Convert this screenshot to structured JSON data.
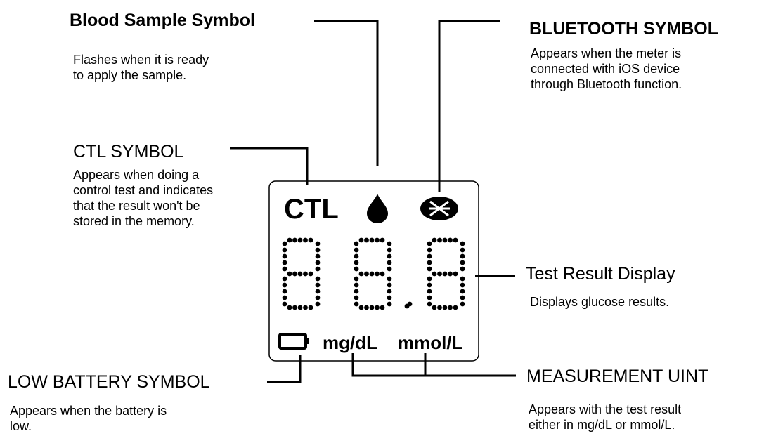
{
  "callouts": {
    "blood": {
      "title": "Blood Sample Symbol",
      "desc": [
        "Flashes when it is ready",
        "to apply the sample."
      ]
    },
    "bluetooth": {
      "title": "BLUETOOTH SYMBOL",
      "desc": [
        "Appears when the meter is",
        "connected with iOS device",
        "through Bluetooth function."
      ]
    },
    "ctl": {
      "title": "CTL SYMBOL",
      "desc": [
        "Appears when doing a",
        "control test and indicates",
        "that the result won't be",
        "stored in the memory."
      ]
    },
    "result": {
      "title": "Test Result Display",
      "desc": [
        "Displays glucose results."
      ]
    },
    "battery": {
      "title": "LOW BATTERY SYMBOL",
      "desc": [
        "Appears when the battery is",
        "low."
      ]
    },
    "unit": {
      "title": "MEASUREMENT UINT",
      "desc": [
        "Appears with the test result",
        "either in mg/dL or mmol/L."
      ]
    }
  },
  "display": {
    "ctl_label": "CTL",
    "digits": "88.8",
    "unit_mgdl": "mg/dL",
    "unit_mmol": "mmol/L"
  },
  "icons": [
    "blood-drop-icon",
    "bluetooth-icon",
    "battery-icon"
  ]
}
